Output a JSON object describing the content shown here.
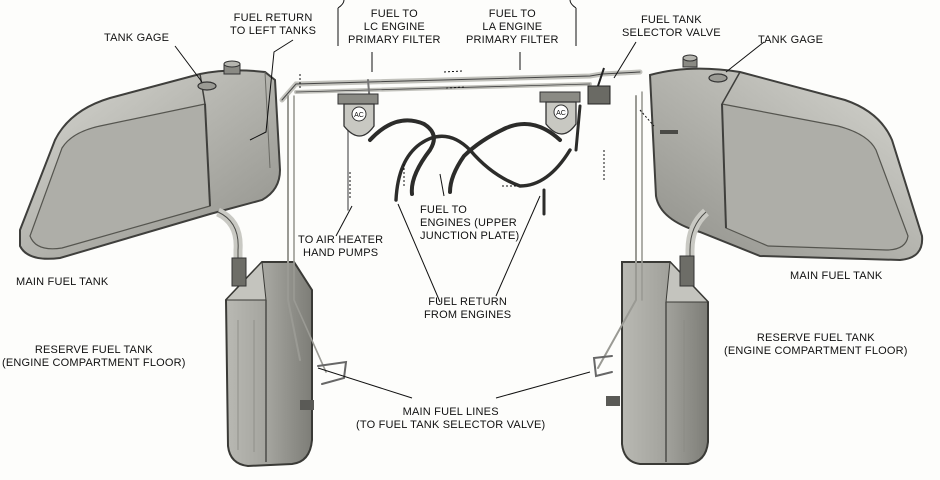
{
  "labels": {
    "tank_gage_left": [
      "TANK GAGE"
    ],
    "fuel_return_left": [
      "FUEL RETURN",
      "TO LEFT TANKS"
    ],
    "fuel_to_lc": [
      "FUEL TO",
      "LC ENGINE",
      "PRIMARY FILTER"
    ],
    "fuel_to_la": [
      "FUEL TO",
      "LA ENGINE",
      "PRIMARY FILTER"
    ],
    "selector_valve": [
      "FUEL TANK",
      "SELECTOR VALVE"
    ],
    "tank_gage_right": [
      "TANK GAGE"
    ],
    "main_tank_left": [
      "MAIN FUEL TANK"
    ],
    "main_tank_right": [
      "MAIN FUEL TANK"
    ],
    "air_heater": [
      "TO AIR HEATER",
      "HAND PUMPS"
    ],
    "fuel_to_engines": [
      "FUEL TO",
      "ENGINES (UPPER",
      "JUNCTION PLATE)"
    ],
    "fuel_return_engines": [
      "FUEL RETURN",
      "FROM ENGINES"
    ],
    "reserve_left": [
      "RESERVE FUEL TANK",
      "(ENGINE COMPARTMENT FLOOR)"
    ],
    "reserve_right": [
      "RESERVE FUEL TANK",
      "(ENGINE COMPARTMENT FLOOR)"
    ],
    "main_fuel_lines": [
      "MAIN FUEL LINES",
      "(TO FUEL TANK SELECTOR VALVE)"
    ]
  },
  "filter_badge": "AC",
  "colors": {
    "ink": "#111111",
    "metal": "#8e8e88",
    "metal_light": "#c9c9c3",
    "metal_dark": "#4a4a46",
    "paper": "#fdfdfb"
  }
}
